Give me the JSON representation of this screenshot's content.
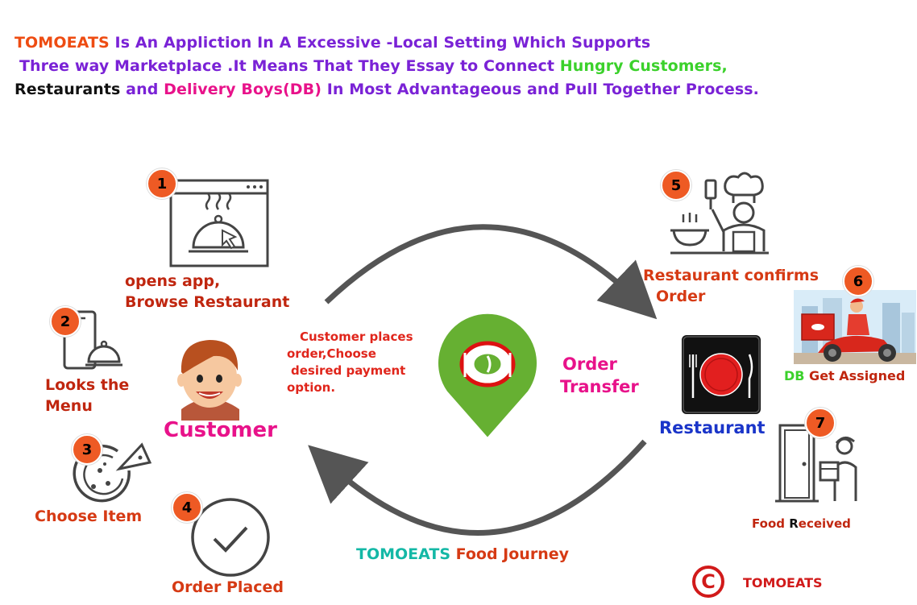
{
  "header": {
    "line1_brand": "TOMOEATS",
    "line1_rest": " Is An Appliction In A Excessive -Local Setting Which Supports",
    "line2_a": "Three way Marketplace .It Means That They Essay to Connect ",
    "line2_b": "Hungry Customers,",
    "line3_a": "Restaurants",
    "line3_b": " and ",
    "line3_c": "Delivery Boys(DB)",
    "line3_d": " In Most Advantageous and Pull Together Process."
  },
  "steps": [
    {
      "number": "1",
      "label_line1": "opens app,",
      "label_line2": "Browse Restaurant"
    },
    {
      "number": "2",
      "label_line1": "Looks the",
      "label_line2": "Menu"
    },
    {
      "number": "3",
      "label": "Choose Item"
    },
    {
      "number": "4",
      "label": "Order Placed"
    },
    {
      "number": "5",
      "label_line1": "Restaurant confirms",
      "label_line2": "Order"
    },
    {
      "number": "6",
      "label_a": "DB",
      "label_b": " Get Assigned"
    },
    {
      "number": "7",
      "label_a": "Food ",
      "label_b": "R",
      "label_c": "eceived"
    }
  ],
  "center": {
    "customer": "Customer",
    "restaurant": "Restaurant",
    "order_note": [
      "Customer places",
      "order,Choose",
      "desired payment",
      "option."
    ],
    "order_transfer_line1": "Order",
    "order_transfer_line2": "Transfer"
  },
  "journey": {
    "brand": "TOMOEATS",
    "rest": " Food Journey"
  },
  "footer_logo": {
    "symbol": "C",
    "text": "TOMOEATS"
  },
  "colors": {
    "brand_orange": "#ee4c12",
    "purple": "#7a22d6",
    "green": "#3bd12b",
    "pink": "#e8128a",
    "red_label": "#d63a14",
    "blue": "#1a35c9",
    "teal": "#14b8a6",
    "badge": "#ee5a24",
    "pin_green": "#66b032"
  }
}
